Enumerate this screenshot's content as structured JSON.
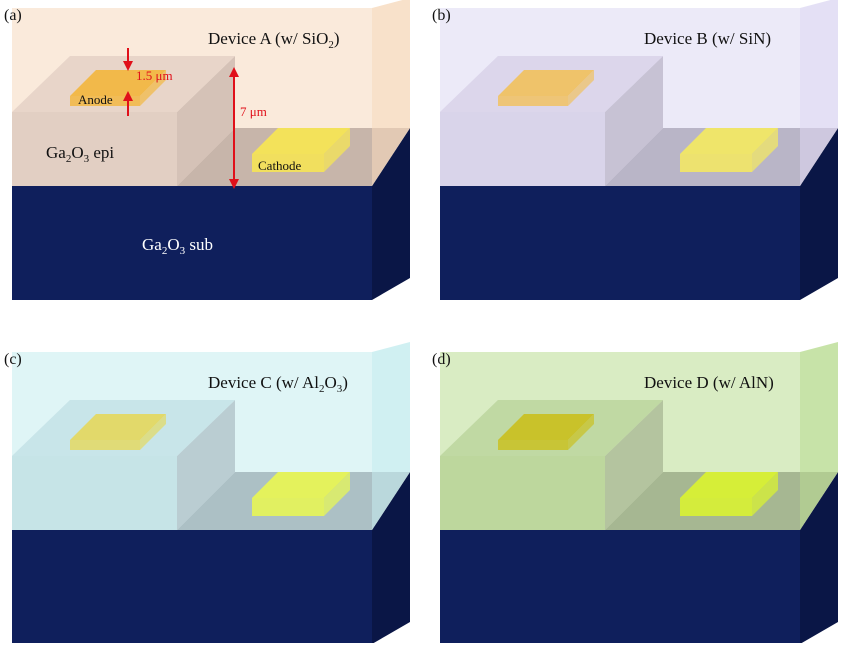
{
  "panels": [
    {
      "id": "a",
      "label": "(a)",
      "device_title": "Device A (w/ SiO",
      "title_sub": "2",
      "title_end": ")",
      "passivation_color": "#f6d9bd",
      "anode_color": "#f2b94a",
      "cathode_color": "#f3e25a",
      "annotated": true
    },
    {
      "id": "b",
      "label": "(b)",
      "device_title": "Device B (w/ SiN)",
      "title_sub": "",
      "title_end": "",
      "passivation_color": "#ddd8f2",
      "anode_color": "#efc36a",
      "cathode_color": "#efe56a",
      "annotated": false
    },
    {
      "id": "c",
      "label": "(c)",
      "device_title": "Device C (w/ Al",
      "title_sub": "2",
      "title_mid": "O",
      "title_sub2": "3",
      "title_end": ")",
      "passivation_color": "#c4ecef",
      "anode_color": "#e2d96a",
      "cathode_color": "#e4f25c",
      "annotated": false
    },
    {
      "id": "d",
      "label": "(d)",
      "device_title": "Device D (w/ AlN)",
      "title_sub": "",
      "title_end": "",
      "passivation_color": "#b9dc92",
      "anode_color": "#c9c22a",
      "cathode_color": "#d6ee38",
      "annotated": false
    }
  ],
  "layers": {
    "epi_label": "Ga",
    "epi_sub1": "2",
    "epi_mid": "O",
    "epi_sub2": "3",
    "epi_end": " epi",
    "sub_label": "Ga",
    "sub_sub1": "2",
    "sub_mid": "O",
    "sub_sub2": "3",
    "sub_end": " sub",
    "substrate_color": "#0f1f5c",
    "epi_color": "#c9c3cb"
  },
  "annotations": {
    "anode": "Anode",
    "cathode": "Cathode",
    "anode_thickness": "1.5 μm",
    "epi_thickness": "7 μm",
    "arrow_color": "#e0101a"
  }
}
